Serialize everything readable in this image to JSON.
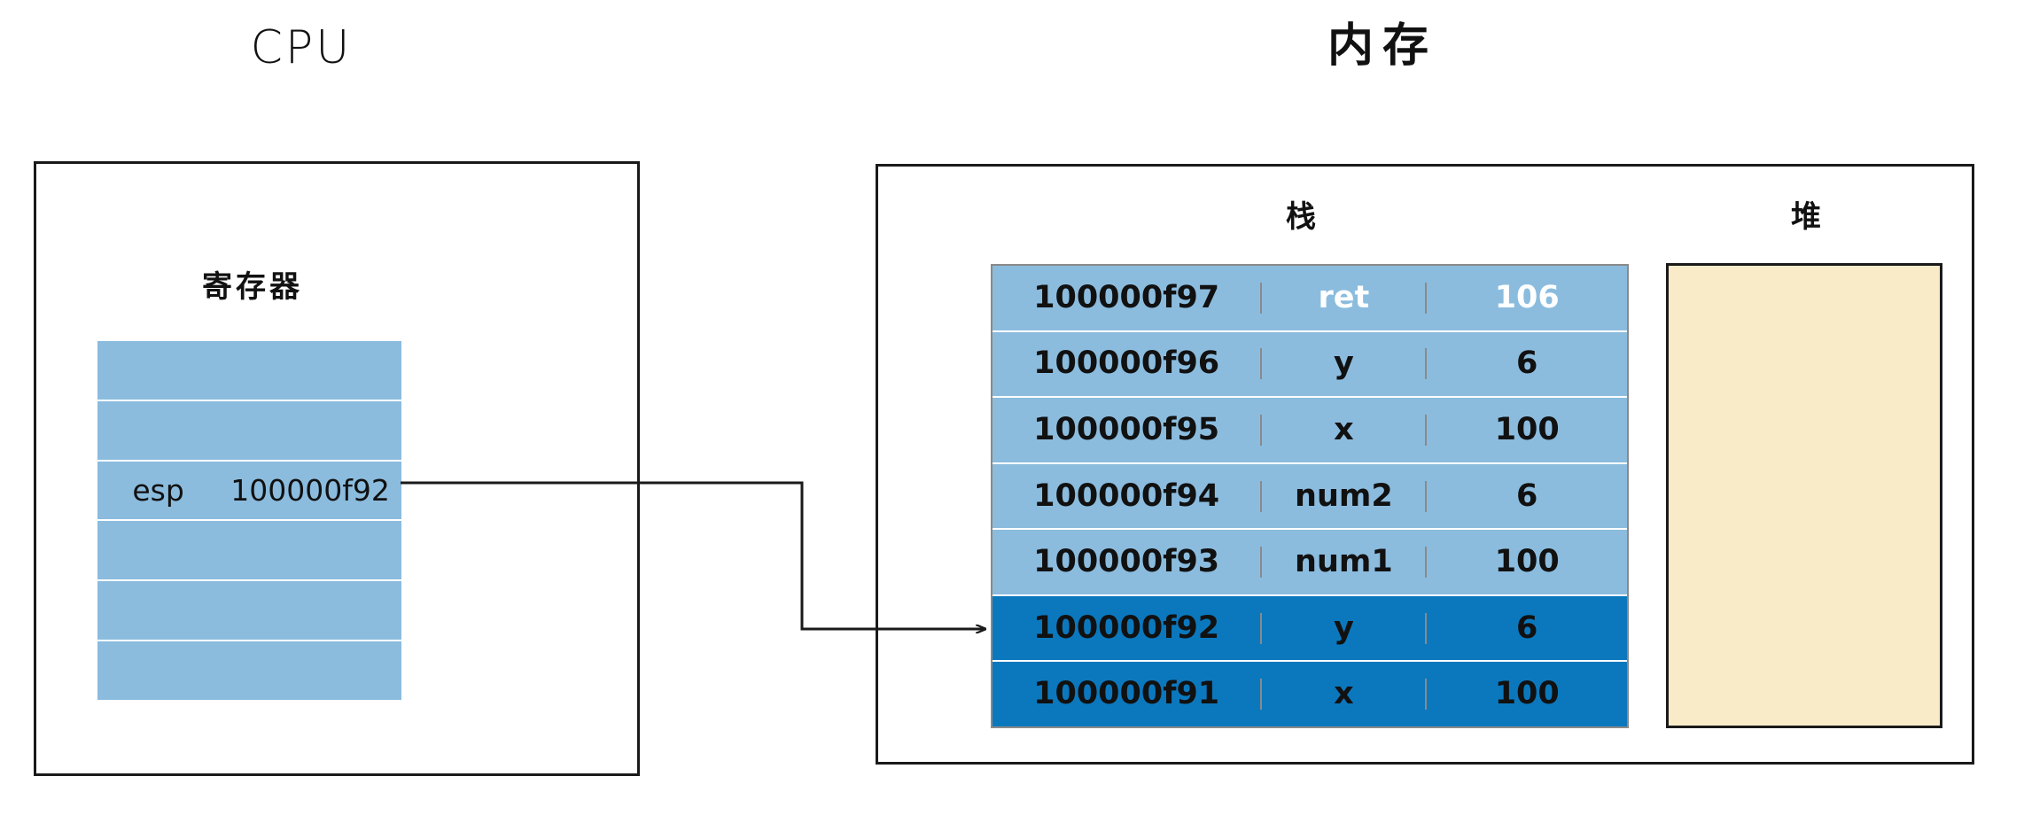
{
  "titles": {
    "cpu": "CPU",
    "memory": "内存"
  },
  "cpu": {
    "register_label": "寄存器",
    "registers": [
      {
        "name": "",
        "value": ""
      },
      {
        "name": "",
        "value": ""
      },
      {
        "name": "esp",
        "value": "100000f92"
      },
      {
        "name": "",
        "value": ""
      },
      {
        "name": "",
        "value": ""
      },
      {
        "name": "",
        "value": ""
      }
    ]
  },
  "memory": {
    "stack_label": "栈",
    "heap_label": "堆",
    "stack_rows": [
      {
        "address": "100000f97",
        "name": "ret",
        "value": "106",
        "highlight": false,
        "white_text": true
      },
      {
        "address": "100000f96",
        "name": "y",
        "value": "6",
        "highlight": false,
        "white_text": false
      },
      {
        "address": "100000f95",
        "name": "x",
        "value": "100",
        "highlight": false,
        "white_text": false
      },
      {
        "address": "100000f94",
        "name": "num2",
        "value": "6",
        "highlight": false,
        "white_text": false
      },
      {
        "address": "100000f93",
        "name": "num1",
        "value": "100",
        "highlight": false,
        "white_text": false
      },
      {
        "address": "100000f92",
        "name": "y",
        "value": "6",
        "highlight": true,
        "white_text": false
      },
      {
        "address": "100000f91",
        "name": "x",
        "value": "100",
        "highlight": true,
        "white_text": false
      }
    ]
  },
  "colors": {
    "light_blue": "#8BBCDE",
    "dark_blue": "#0B78BE",
    "heap_cream": "#FAEBC8",
    "outline": "#1a1a1a",
    "grid_line": "#8a8a8a",
    "white_text": "#ffffff"
  },
  "connector": {
    "label": "esp-points-to-stack-arrow",
    "from": "esp register value",
    "to": "stack row 100000f92"
  }
}
